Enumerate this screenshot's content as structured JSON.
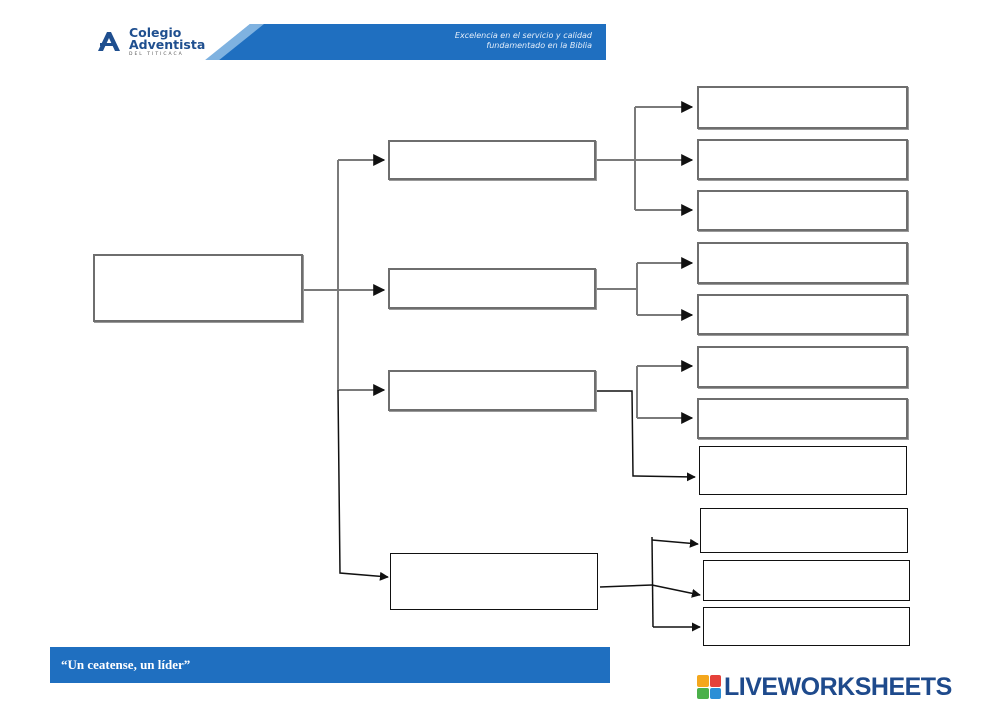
{
  "header": {
    "school_line1": "Colegio",
    "school_line2": "Adventista",
    "school_sub": "DEL TITICACA",
    "tagline_line1": "Excelencia en el servicio y calidad",
    "tagline_line2": "fundamentado en la Biblia"
  },
  "footer": {
    "motto": "“Un ceatense, un líder”"
  },
  "watermark": {
    "text": "LIVEWORKSHEETS"
  },
  "colors": {
    "brand_blue": "#1f6fc0",
    "line_gray": "#7a7a7a",
    "line_black": "#111111"
  },
  "diagram": {
    "root": "",
    "branches": [
      {
        "label": "",
        "children": [
          "",
          "",
          ""
        ]
      },
      {
        "label": "",
        "children": [
          "",
          ""
        ]
      },
      {
        "label": "",
        "children": [
          "",
          "",
          ""
        ]
      },
      {
        "label": "",
        "children": [
          "",
          "",
          ""
        ]
      }
    ]
  }
}
